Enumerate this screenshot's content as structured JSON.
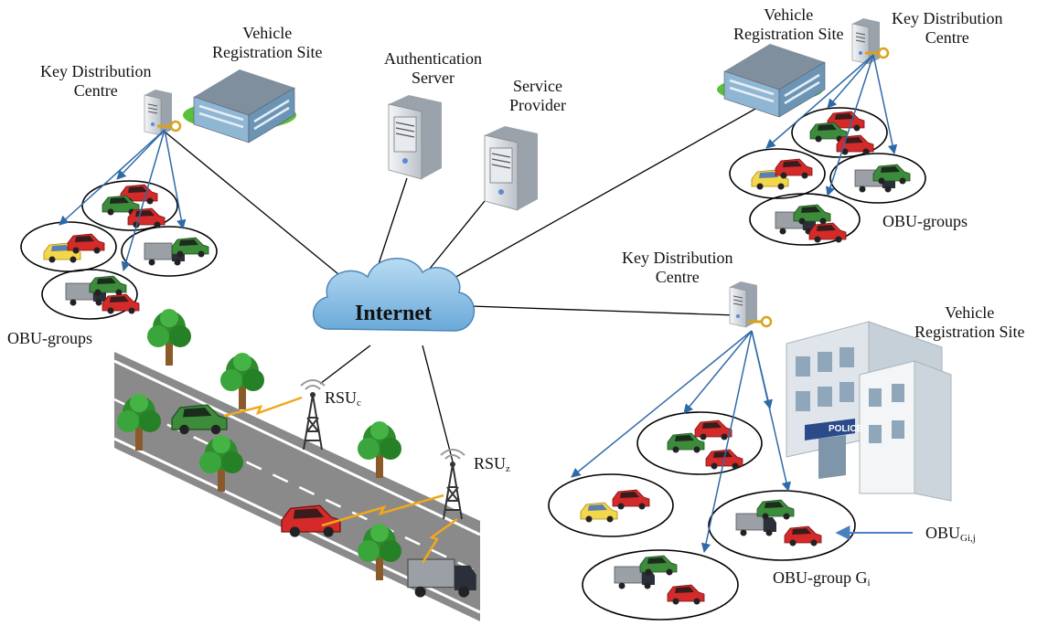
{
  "internet": {
    "label": "Internet"
  },
  "auth_server": {
    "label_line1": "Authentication",
    "label_line2": "Server"
  },
  "service_provider": {
    "label_line1": "Service",
    "label_line2": "Provider"
  },
  "left_cluster": {
    "kdc_line1": "Key Distribution",
    "kdc_line2": "Centre",
    "vrs_line1": "Vehicle",
    "vrs_line2": "Registration Site",
    "obu_groups": "OBU-groups"
  },
  "right_top_cluster": {
    "kdc_line1": "Key Distribution",
    "kdc_line2": "Centre",
    "vrs_line1": "Vehicle",
    "vrs_line2": "Registration Site",
    "obu_groups": "OBU-groups"
  },
  "right_bottom_cluster": {
    "kdc_line1": "Key Distribution",
    "kdc_line2": "Centre",
    "vrs_line1": "Vehicle",
    "vrs_line2": "Registration Site",
    "police_sign": "POLICE",
    "obu_group_prefix": "OBU-group G",
    "obu_group_sub": "i",
    "obu_member_prefix": "OBU",
    "obu_member_sub": "Gi,j"
  },
  "rsu_c": {
    "prefix": "RSU",
    "sub": "c"
  },
  "rsu_z": {
    "prefix": "RSU",
    "sub": "z"
  },
  "colors": {
    "cloud": "#8fc3e6",
    "arrow": "#2f6aa8",
    "link": "#000000",
    "road": "#8a8a8a",
    "tree": "#2e8b2e",
    "signal": "#f0a81c",
    "car_red": "#d42a2a",
    "car_green": "#3c8c3c"
  }
}
